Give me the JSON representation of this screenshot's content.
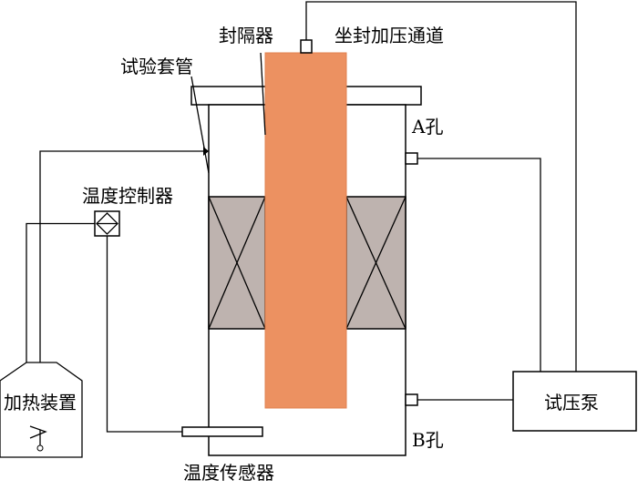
{
  "labels": {
    "packer": "封隔器",
    "seal_pressure_channel": "坐封加压通道",
    "test_casing": "试验套管",
    "hole_a": "A孔",
    "hole_b": "B孔",
    "temp_controller": "温度控制器",
    "heating_device": "加热装置",
    "pressure_pump": "试压泵",
    "temp_sensor": "温度传感器"
  },
  "colors": {
    "packer_fill": "#EC9161",
    "packer_stroke": "#E0814F",
    "heater_block_fill": "#BEB3AF",
    "line": "#000000"
  },
  "icons": {
    "heater_block_symbol": "cross-box",
    "controller_symbol": "diamond-in-square",
    "heating_element": "zigzag-coil"
  }
}
